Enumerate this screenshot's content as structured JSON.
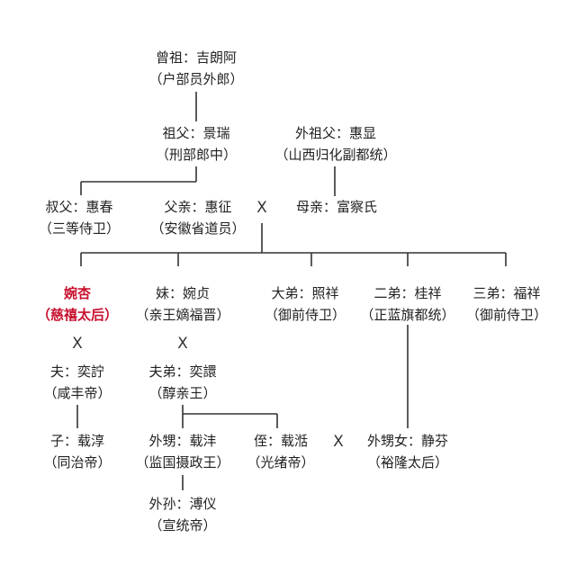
{
  "colors": {
    "line": "#333333",
    "text": "#222222",
    "highlight": "#c8102e"
  },
  "persons": {
    "zengzu": {
      "role": "曾祖：吉朗阿",
      "title": "（户部员外郎）"
    },
    "zufu": {
      "role": "祖父：景瑞",
      "title": "（刑部郎中）"
    },
    "waizufu": {
      "role": "外祖父：惠显",
      "title": "（山西归化副都统）"
    },
    "shufu": {
      "role": "叔父：惠春",
      "title": "（三等侍卫）"
    },
    "fuqin": {
      "role": "父亲：惠征",
      "title": "（安徽省道员）"
    },
    "muqin": {
      "role": "母亲：富察氏",
      "title": ""
    },
    "wanxing": {
      "role": "婉杏",
      "title": "（慈禧太后）"
    },
    "mei": {
      "role": "妹：婉贞",
      "title": "（亲王嫡福晋）"
    },
    "dadi": {
      "role": "大弟：照祥",
      "title": "（御前侍卫）"
    },
    "erdi": {
      "role": "二弟：桂祥",
      "title": "（正蓝旗都统）"
    },
    "sandi": {
      "role": "三弟：福祥",
      "title": "（御前侍卫）"
    },
    "fu": {
      "role": "夫：奕詝",
      "title": "（咸丰帝）"
    },
    "fudi": {
      "role": "夫弟：奕譞",
      "title": "（醇亲王）"
    },
    "zi": {
      "role": "子：载淳",
      "title": "（同治帝）"
    },
    "waisheng": {
      "role": "外甥：载沣",
      "title": "（监国摄政王）"
    },
    "zhi": {
      "role": "侄：载湉",
      "title": "（光绪帝）"
    },
    "waishengnv": {
      "role": "外甥女：静芬",
      "title": "（裕隆太后）"
    },
    "waisun": {
      "role": "外孙：溥仪",
      "title": "（宣统帝）"
    }
  },
  "marriage_symbol": "X"
}
